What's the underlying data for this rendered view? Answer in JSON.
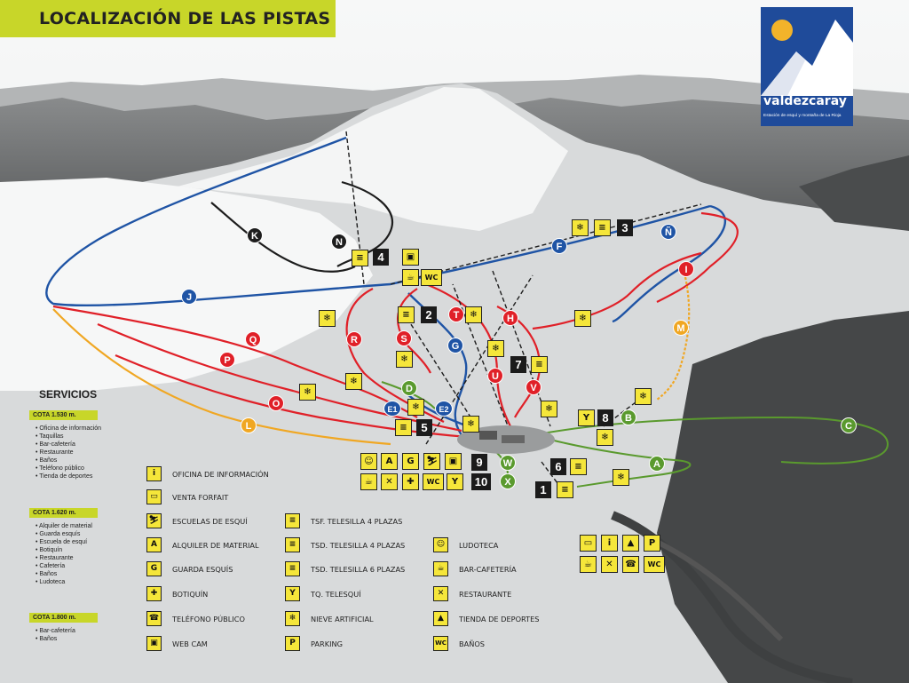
{
  "title": "LOCALIZACIÓN DE LAS PISTAS",
  "logo": {
    "brand": "valdezcaray",
    "subtitle": "Estación de esquí y montaña de La Rioja"
  },
  "colors": {
    "black_run": "#1d1d1d",
    "red_run": "#e02028",
    "blue_run": "#1f54a5",
    "green_run": "#5a9a2e",
    "orange_run": "#f0a723",
    "accent": "#c8d629",
    "icon_yellow": "#f5e63a"
  },
  "slopes": {
    "black": [
      "K",
      "N"
    ],
    "red": [
      "Q",
      "P",
      "O",
      "R",
      "S",
      "T",
      "H",
      "U",
      "V",
      "I"
    ],
    "blue": [
      "J",
      "F",
      "Ñ",
      "G",
      "E1",
      "E2"
    ],
    "green": [
      "D",
      "B",
      "C",
      "A",
      "W",
      "X"
    ],
    "orange": [
      "L",
      "M"
    ]
  },
  "lifts": [
    "1",
    "2",
    "3",
    "4",
    "5",
    "6",
    "7",
    "8",
    "9",
    "10"
  ],
  "map_icons": {
    "webcam": "webcam-icon",
    "restaurant": "restaurant-icon",
    "wc": "WC",
    "snow": "snow-cannon-icon",
    "lift": "chairlift-icon"
  },
  "services": {
    "title": "SERVICIOS",
    "groups": [
      {
        "cota": "COTA 1.530 m.",
        "items": [
          "Oficina de información",
          "Taquillas",
          "Bar-cafetería",
          "Restaurante",
          "Baños",
          "Teléfono público",
          "Tienda de deportes"
        ]
      },
      {
        "cota": "COTA 1.620 m.",
        "items": [
          "Alquiler de material",
          "Guarda esquís",
          "Escuela de esquí",
          "Botiquín",
          "Restaurante",
          "Cafetería",
          "Baños",
          "Ludoteca"
        ]
      },
      {
        "cota": "COTA 1.800 m.",
        "items": [
          "Bar-cafetería",
          "Baños"
        ]
      }
    ]
  },
  "legend": {
    "col1": [
      {
        "icon": "i",
        "icon_name": "info-icon",
        "label": "OFICINA DE INFORMACIÓN"
      },
      {
        "icon": "▭",
        "icon_name": "ticket-icon",
        "label": "VENTA FORFAIT"
      },
      {
        "icon": "⛷",
        "icon_name": "ski-school-icon",
        "label": "ESCUELAS DE ESQUÍ"
      },
      {
        "icon": "A",
        "icon_name": "rental-icon",
        "label": "ALQUILER DE MATERIAL"
      },
      {
        "icon": "G",
        "icon_name": "ski-storage-icon",
        "label": "GUARDA ESQUÍS"
      },
      {
        "icon": "✚",
        "icon_name": "first-aid-icon",
        "label": "BOTIQUÍN"
      },
      {
        "icon": "☎",
        "icon_name": "phone-icon",
        "label": "TELÉFONO PÚBLICO"
      },
      {
        "icon": "▣",
        "icon_name": "webcam-icon",
        "label": "WEB CAM"
      }
    ],
    "col2": [
      {
        "icon": "≡",
        "icon_name": "chairlift-4-fixed-icon",
        "label": "TSF. TELESILLA 4 PLAZAS"
      },
      {
        "icon": "≡",
        "icon_name": "chairlift-4-detach-icon",
        "label": "TSD. TELESILLA 4 PLAZAS"
      },
      {
        "icon": "≡",
        "icon_name": "chairlift-6-icon",
        "label": "TSD. TELESILLA 6 PLAZAS"
      },
      {
        "icon": "Y",
        "icon_name": "surface-lift-icon",
        "label": "TQ. TELESQUÍ"
      },
      {
        "icon": "❄",
        "icon_name": "snow-cannon-icon",
        "label": "NIEVE ARTIFICIAL"
      },
      {
        "icon": "P",
        "icon_name": "parking-icon",
        "label": "PARKING"
      }
    ],
    "col3": [
      {
        "icon": "☺",
        "icon_name": "ludoteca-icon",
        "label": "LUDOTECA"
      },
      {
        "icon": "☕",
        "icon_name": "cafe-icon",
        "label": "BAR-CAFETERÍA"
      },
      {
        "icon": "✕",
        "icon_name": "restaurant-icon",
        "label": "RESTAURANTE"
      },
      {
        "icon": "▲",
        "icon_name": "shop-icon",
        "label": "TIENDA DE DEPORTES"
      },
      {
        "icon": "WC",
        "icon_name": "wc-icon",
        "label": "BAÑOS"
      }
    ]
  }
}
